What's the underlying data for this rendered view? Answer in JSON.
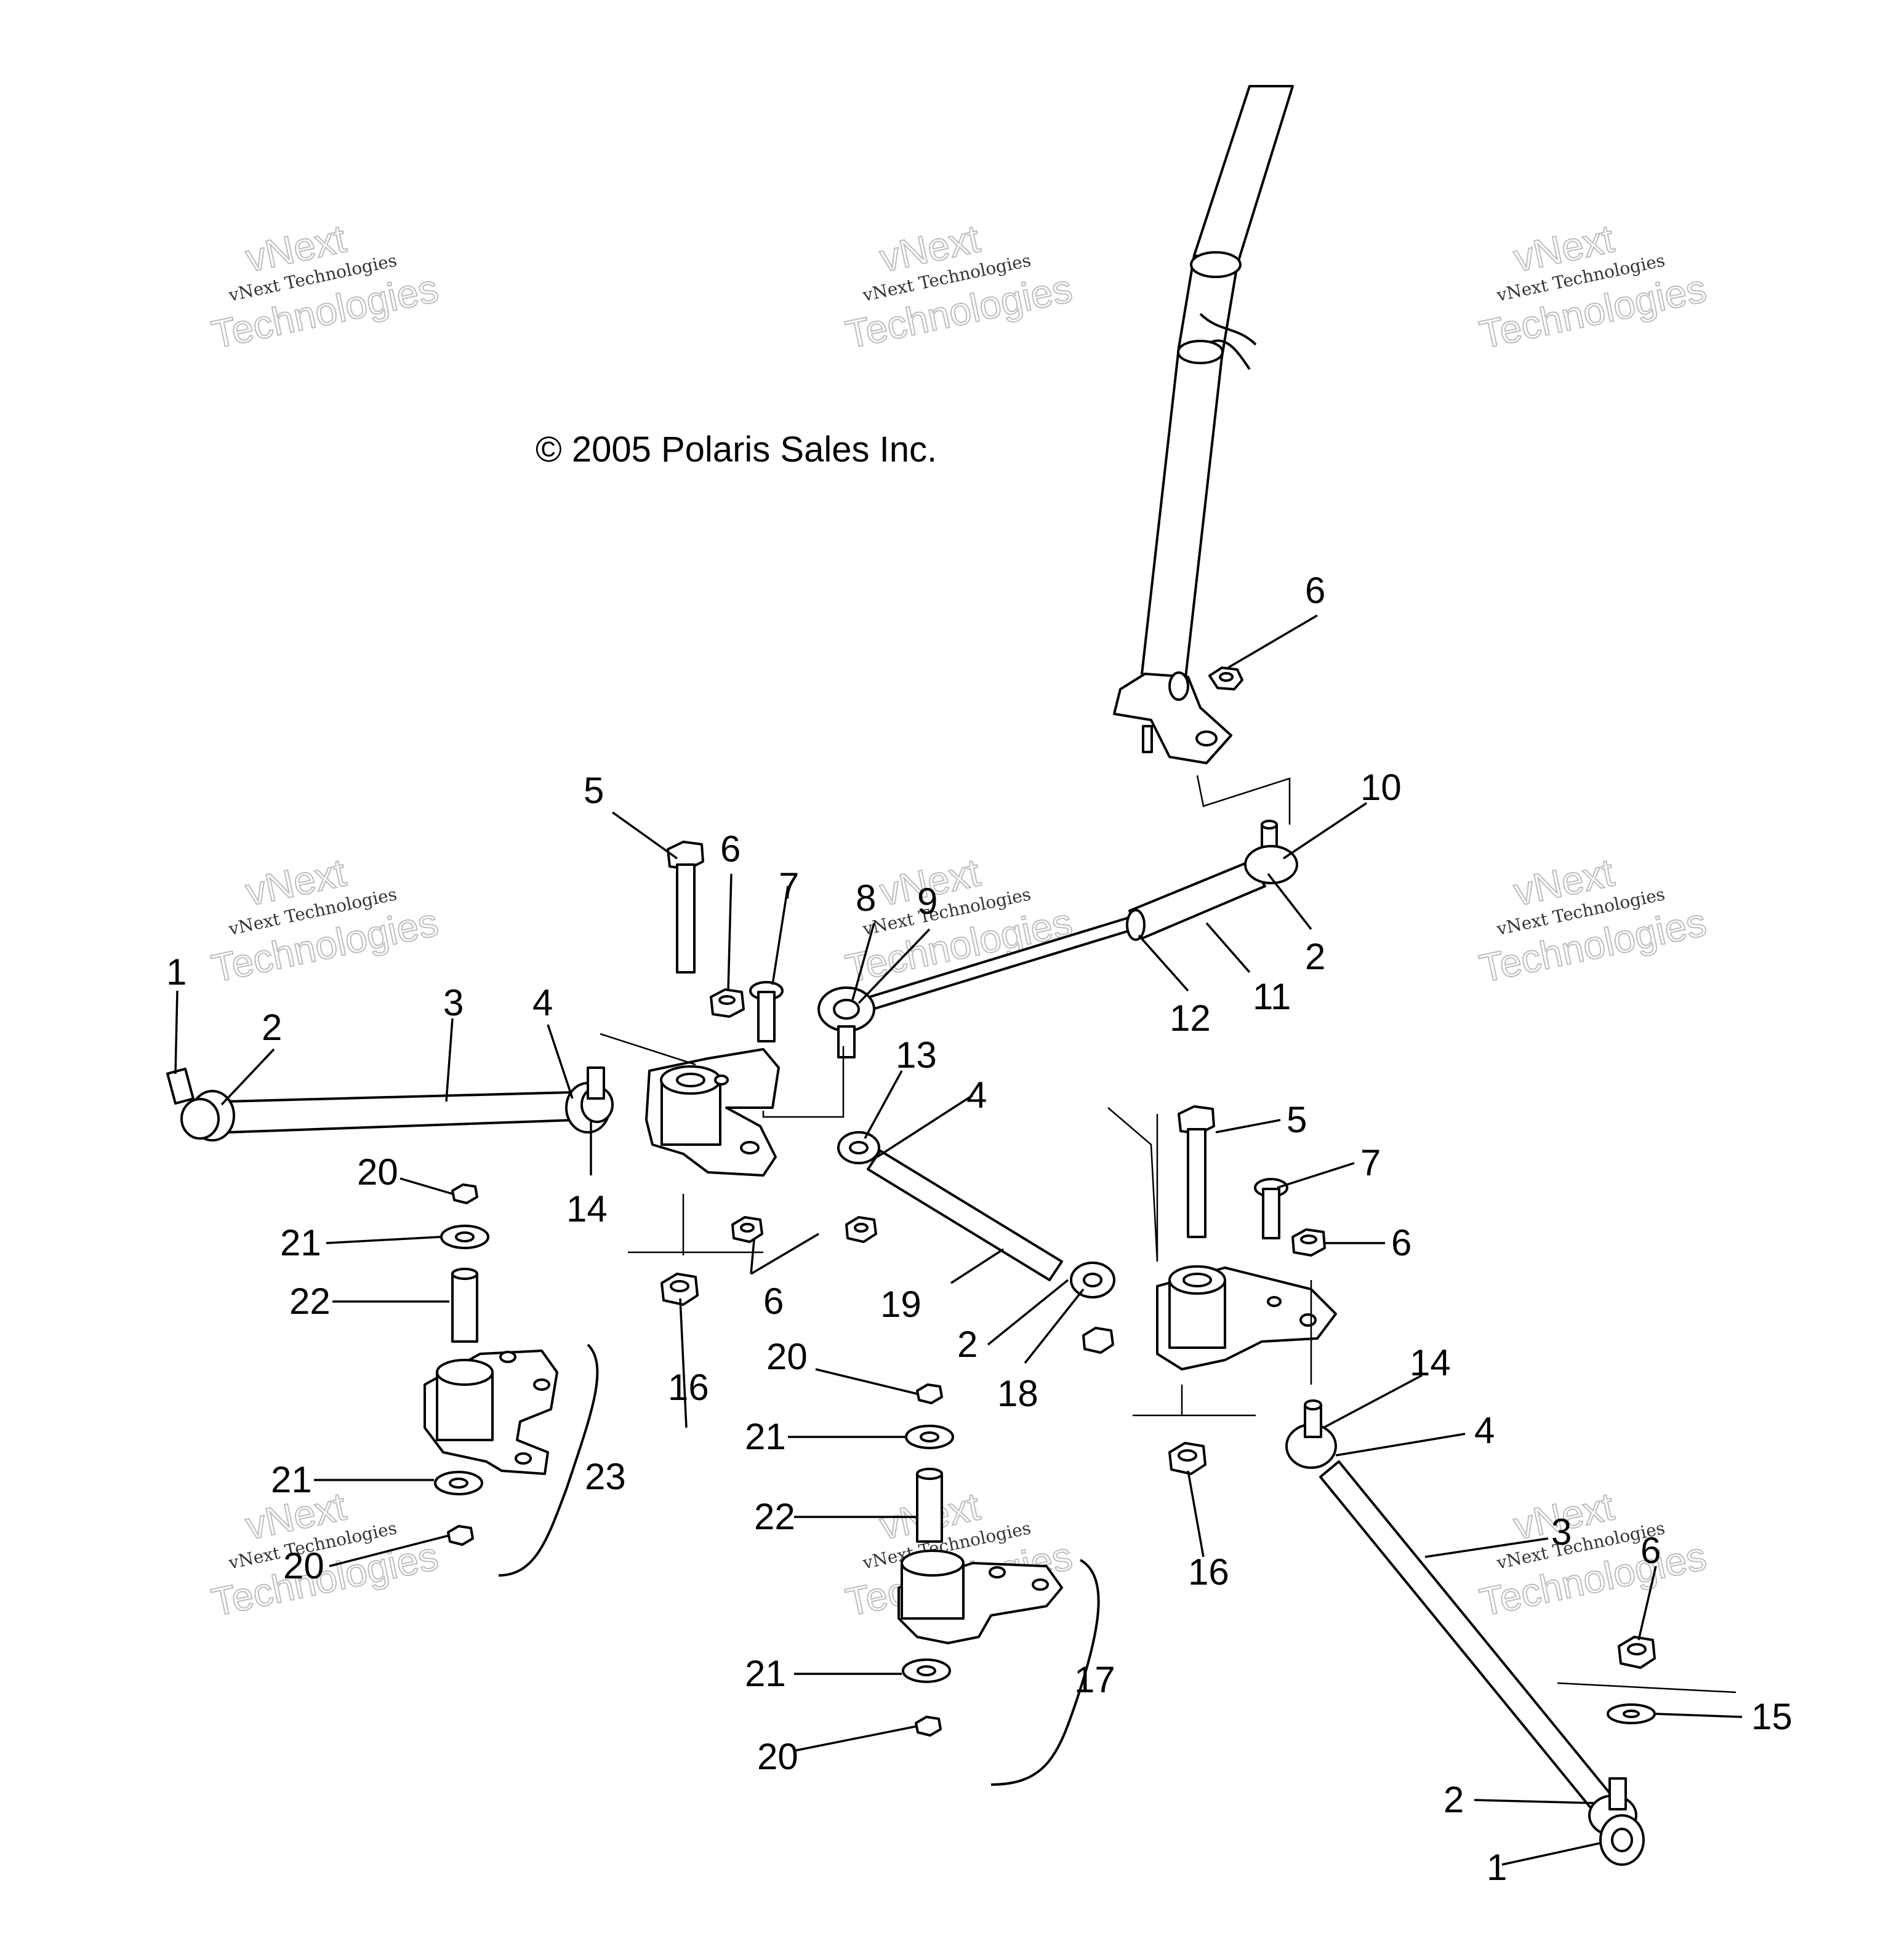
{
  "copyright": "© 2005 Polaris Sales Inc.",
  "watermark": {
    "line1": "vNext",
    "line2": "vNext Technologies",
    "line3": "Technologies"
  },
  "callouts": [
    {
      "id": "c-6-top",
      "label": "6"
    },
    {
      "id": "c-10",
      "label": "10"
    },
    {
      "id": "c-5-left",
      "label": "5"
    },
    {
      "id": "c-6-a",
      "label": "6"
    },
    {
      "id": "c-7-left",
      "label": "7"
    },
    {
      "id": "c-8",
      "label": "8"
    },
    {
      "id": "c-9",
      "label": "9"
    },
    {
      "id": "c-2-right-upper",
      "label": "2"
    },
    {
      "id": "c-11",
      "label": "11"
    },
    {
      "id": "c-12",
      "label": "12"
    },
    {
      "id": "c-1-left",
      "label": "1"
    },
    {
      "id": "c-2-left",
      "label": "2"
    },
    {
      "id": "c-3-left",
      "label": "3"
    },
    {
      "id": "c-4-left",
      "label": "4"
    },
    {
      "id": "c-13",
      "label": "13"
    },
    {
      "id": "c-4-mid",
      "label": "4"
    },
    {
      "id": "c-5-right",
      "label": "5"
    },
    {
      "id": "c-7-right",
      "label": "7"
    },
    {
      "id": "c-6-right",
      "label": "6"
    },
    {
      "id": "c-20-a",
      "label": "20"
    },
    {
      "id": "c-14-left",
      "label": "14"
    },
    {
      "id": "c-21-a",
      "label": "21"
    },
    {
      "id": "c-22-a",
      "label": "22"
    },
    {
      "id": "c-6-b",
      "label": "6"
    },
    {
      "id": "c-19",
      "label": "19"
    },
    {
      "id": "c-2-mid",
      "label": "2"
    },
    {
      "id": "c-18",
      "label": "18"
    },
    {
      "id": "c-16-left",
      "label": "16"
    },
    {
      "id": "c-20-b",
      "label": "20"
    },
    {
      "id": "c-14-right",
      "label": "14"
    },
    {
      "id": "c-4-right",
      "label": "4"
    },
    {
      "id": "c-21-b",
      "label": "21"
    },
    {
      "id": "c-23",
      "label": "23"
    },
    {
      "id": "c-21-c",
      "label": "21"
    },
    {
      "id": "c-16-right",
      "label": "16"
    },
    {
      "id": "c-22-b",
      "label": "22"
    },
    {
      "id": "c-20-c",
      "label": "20"
    },
    {
      "id": "c-3-right",
      "label": "3"
    },
    {
      "id": "c-6-low",
      "label": "6"
    },
    {
      "id": "c-17",
      "label": "17"
    },
    {
      "id": "c-21-d",
      "label": "21"
    },
    {
      "id": "c-15",
      "label": "15"
    },
    {
      "id": "c-20-d",
      "label": "20"
    },
    {
      "id": "c-2-right-lower",
      "label": "2"
    },
    {
      "id": "c-1-right",
      "label": "1"
    }
  ]
}
